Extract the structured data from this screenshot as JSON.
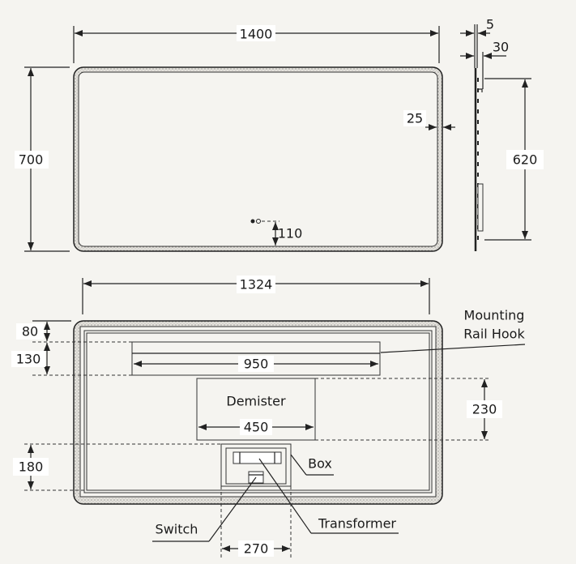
{
  "front_view": {
    "width_label": "1400",
    "height_label": "700",
    "frame_label": "25",
    "switch_offset_label": "110"
  },
  "side_view": {
    "glass_label": "5",
    "depth_label": "30",
    "rail_span_label": "620"
  },
  "rear_view": {
    "width_label": "1324",
    "rail_top_label": "80",
    "rail_height_label": "130",
    "rail_width_label": "950",
    "rail_name_line1": "Mounting",
    "rail_name_line2": "Rail Hook",
    "demister_label": "Demister",
    "demister_width_label": "450",
    "demister_height_label": "230",
    "box_height_label": "180",
    "box_label": "Box",
    "switch_label": "Switch",
    "transformer_label": "Transformer",
    "box_width_label": "270"
  },
  "colors": {
    "background": "#f5f4f0",
    "line": "#222222"
  }
}
